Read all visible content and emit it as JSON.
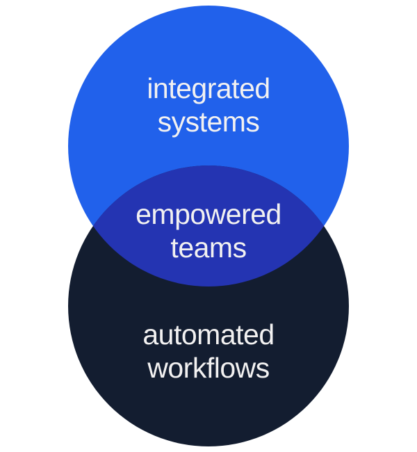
{
  "venn": {
    "background": "#FFFFFF",
    "text_color": "#F2F1F1",
    "top_circle": {
      "fill": "#2161EB",
      "label": [
        "integrated",
        "systems"
      ]
    },
    "overlap": {
      "fill": "#2434B2",
      "label": [
        "empowered",
        "teams"
      ]
    },
    "bottom_circle": {
      "fill": "#131D30",
      "label": [
        "automated",
        "workflows"
      ]
    }
  }
}
